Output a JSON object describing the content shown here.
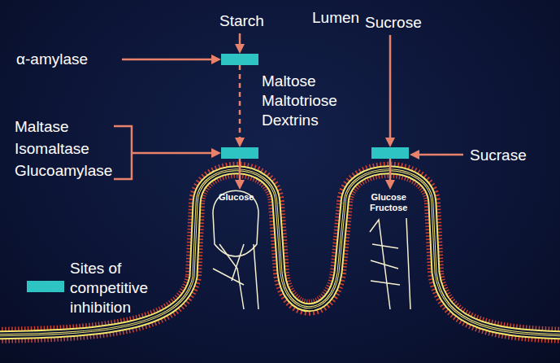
{
  "diagram": {
    "nodes": [
      {
        "text": [
          "Starch"
        ]
      },
      {
        "text": [
          "Sucrose"
        ]
      },
      {
        "text": [
          "Glucose"
        ]
      },
      {
        "text": [
          "Glucose Fructose"
        ]
      }
    ],
    "edges": [
      {
        "from": 0,
        "to": 2,
        "arrow": "to",
        "label": "Maltose Maltotriose Dextrins"
      },
      {
        "from": 1,
        "to": 3,
        "arrow": "to"
      }
    ],
    "labels": [
      "Lumen",
      "α-amylase",
      "Maltase Isomaltase Glucoamylase",
      "Sucrase"
    ],
    "legend": [
      {
        "text": "Sites of competitive inhibition",
        "color": "#2ec4c4"
      }
    ]
  }
}
